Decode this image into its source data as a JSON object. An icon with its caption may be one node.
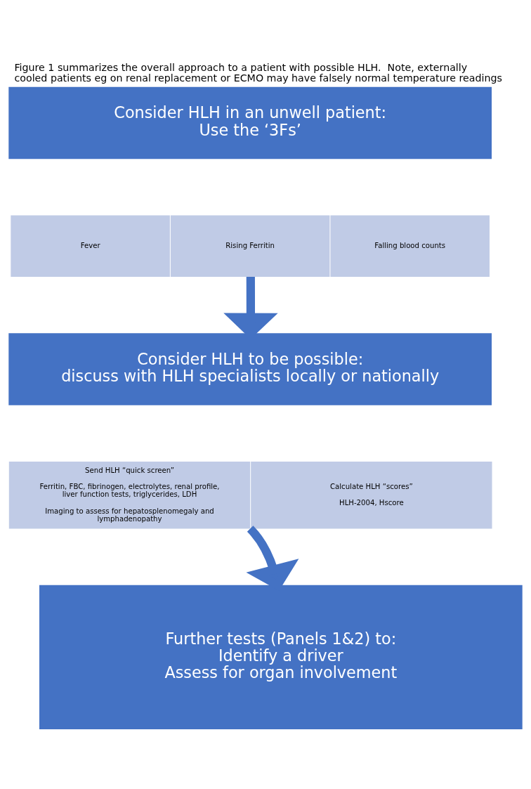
{
  "diagram": {
    "caption": "Figure 1 summarizes the overall approach to a patient with possible HLH.  Note, externally cooled patients eg on renal replacement or ECMO may have falsely normal temperature readings",
    "nodes": [
      {
        "text": [
          "Consider HLH in an unwell patient:",
          "Use the ‘3Fs’"
        ]
      },
      {
        "text": [
          "Fever"
        ]
      },
      {
        "text": [
          "Rising Ferritin"
        ]
      },
      {
        "text": [
          "Falling blood counts"
        ]
      },
      {
        "text": [
          "Consider HLH to be possible:",
          "discuss with HLH specialists locally or nationally"
        ]
      },
      {
        "text": [
          "Send HLH “quick screen”",
          "Ferritin, FBC, fibrinogen, electrolytes, renal profile, liver function tests, triglycerides, LDH",
          "Imaging to assess for hepatosplenomegaly and lymphadenopathy"
        ]
      },
      {
        "text": [
          "Calculate HLH “scores”",
          "HLH-2004, Hscore"
        ]
      },
      {
        "text": [
          "Further tests (Panels 1&2) to:",
          "Identify a driver",
          "Assess for organ involvement"
        ]
      }
    ],
    "edges": [
      {
        "from": 2,
        "to": 4,
        "arrow": "to"
      },
      {
        "from": 5,
        "to": 7,
        "arrow": "to"
      }
    ]
  }
}
